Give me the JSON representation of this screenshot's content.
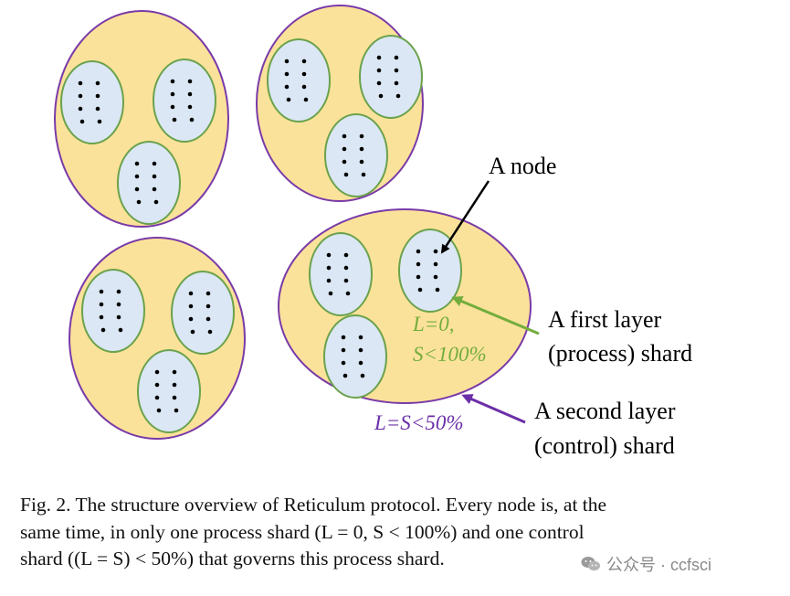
{
  "labels": {
    "node": "A node",
    "first_layer_line1": "A first layer",
    "first_layer_line2": "(process) shard",
    "second_layer_line1": "A second layer",
    "second_layer_line2": "(control) shard",
    "l_zero": "L=0,",
    "s_less_100": "S<100%",
    "l_eq_s": "L=S<50%"
  },
  "caption": {
    "line1": "Fig. 2.   The structure overview of Reticulum protocol. Every node is, at the",
    "line2": "same time, in only one process shard (L = 0, S < 100%) and one control",
    "line3": "shard ((L = S) < 50%) that governs this process shard."
  },
  "watermark": {
    "text": "公众号 · ccfsci"
  },
  "colors": {
    "control_fill": "#fbe29a",
    "control_stroke": "#7a3aa8",
    "process_fill": "#dbe7f4",
    "process_stroke": "#6aa24c",
    "green_label": "#73ad3d",
    "purple_label": "#6b2fa8"
  }
}
